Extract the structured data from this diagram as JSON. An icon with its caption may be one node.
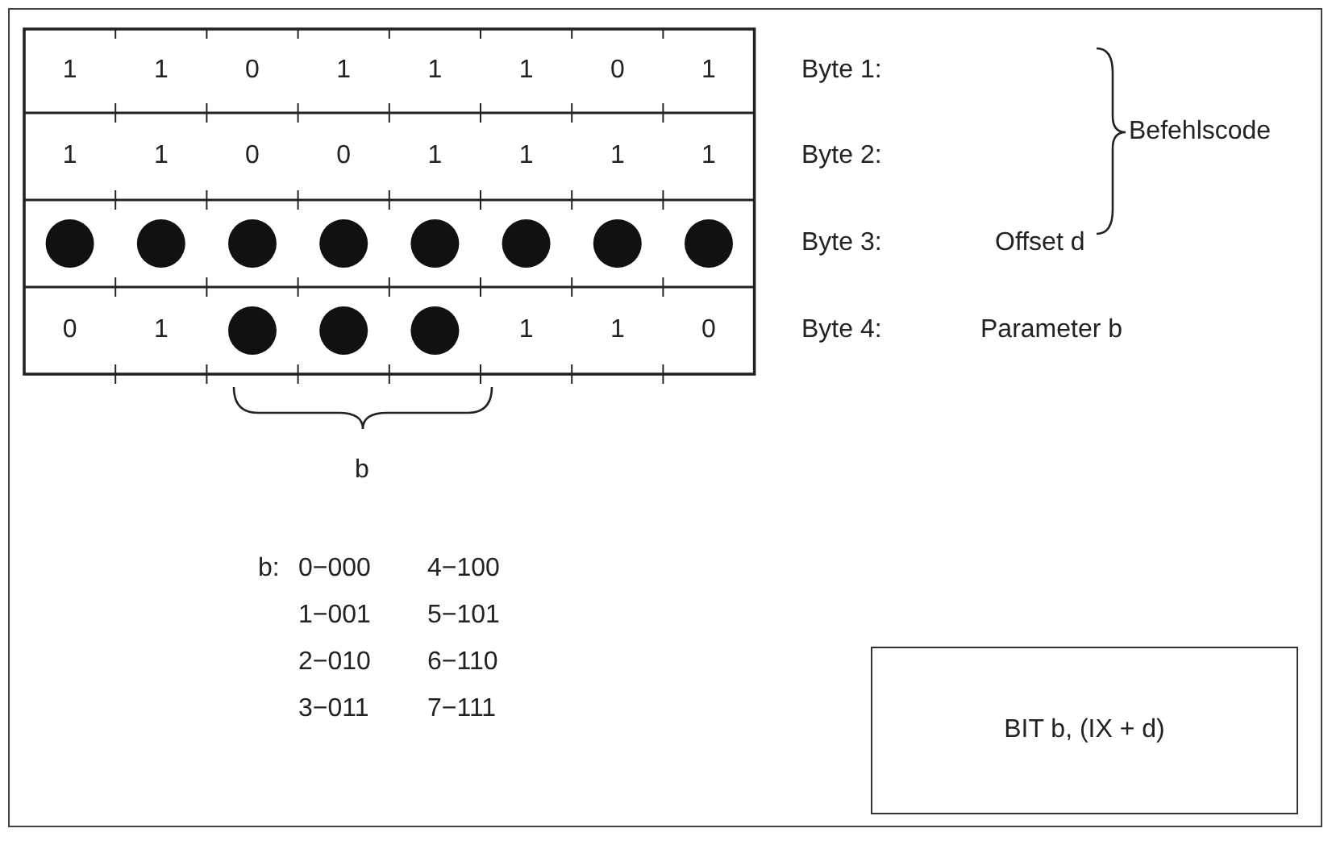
{
  "diagram": {
    "nodes": [
      {
        "text": [
          "BIT b, (IX + d)"
        ]
      }
    ],
    "edges": [],
    "labels": [
      "1",
      "1",
      "0",
      "1",
      "1",
      "1",
      "0",
      "1",
      "Byte 1:",
      "Befehlscode",
      "1",
      "1",
      "0",
      "0",
      "1",
      "1",
      "1",
      "1",
      "Byte 2:",
      "Byte 3:",
      "Offset d",
      "0",
      "1",
      "1",
      "1",
      "0",
      "Byte 4:",
      "Parameter b",
      "b",
      "b:",
      "0−000",
      "4−100",
      "1−001",
      "5−101",
      "2−010",
      "6−110",
      "3−011",
      "7−111"
    ]
  }
}
